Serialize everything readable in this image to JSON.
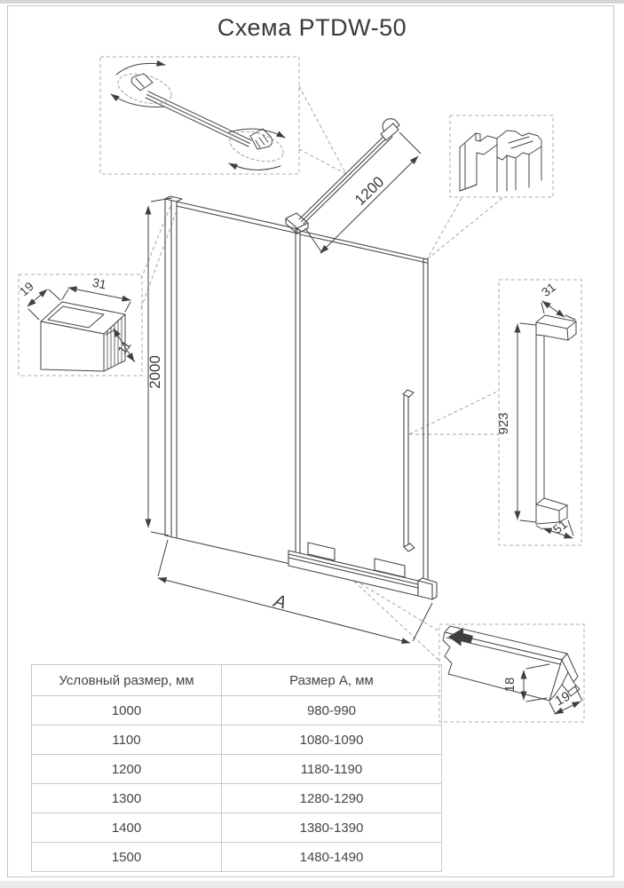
{
  "page": {
    "title": "Схема PTDW-50"
  },
  "drawing": {
    "dim_height": "2000",
    "dim_bar": "1200",
    "dim_width": "A",
    "wall_profile_detail": {
      "dim_depth": "19",
      "dim_width": "31",
      "dim_glass": "11"
    },
    "handle_detail": {
      "dim_top": "31",
      "dim_length": "923",
      "dim_bottom": "51"
    },
    "rail_detail": {
      "dim_height": "18",
      "dim_depth": "19"
    }
  },
  "table": {
    "headers": [
      "Условный размер, мм",
      "Размер А, мм"
    ],
    "rows": [
      {
        "size": "1000",
        "size_a": "980-990"
      },
      {
        "size": "1100",
        "size_a": "1080-1090"
      },
      {
        "size": "1200",
        "size_a": "1180-1190"
      },
      {
        "size": "1300",
        "size_a": "1280-1290"
      },
      {
        "size": "1400",
        "size_a": "1380-1390"
      },
      {
        "size": "1500",
        "size_a": "1480-1490"
      }
    ]
  },
  "colors": {
    "line": "#474747",
    "dim_text": "#3b3b3b",
    "leader": "#a3a3a3",
    "table_border": "#c9c9c9"
  }
}
